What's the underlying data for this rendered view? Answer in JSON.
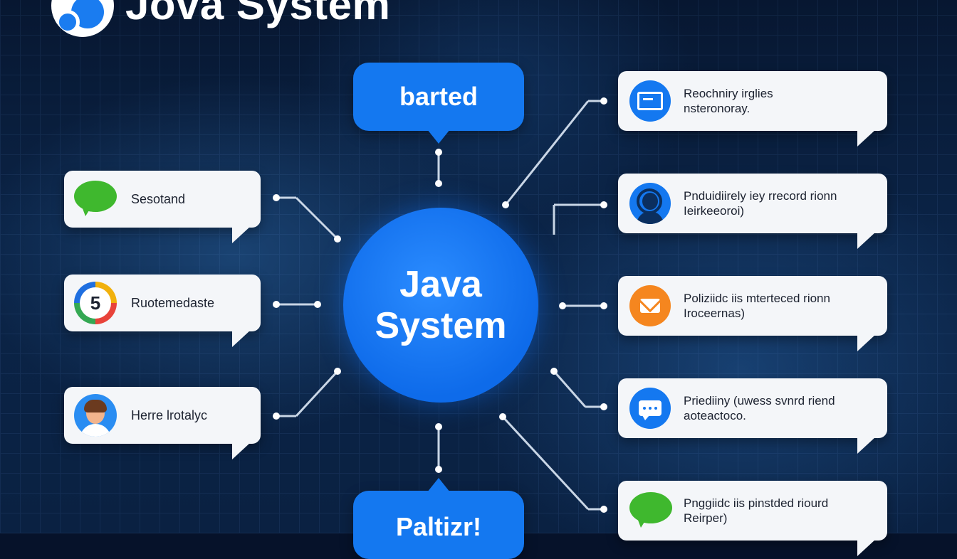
{
  "header": {
    "title": "Jova System"
  },
  "hub": {
    "line1": "Java",
    "line2": "System"
  },
  "top_bubble": {
    "label": "barted"
  },
  "bottom_bubble": {
    "label": "Paltizr!"
  },
  "left_cards": [
    {
      "label": "Sesotand",
      "icon": "green-speech-bubble-icon"
    },
    {
      "label": "Ruotemedaste",
      "icon": "number-5-ring-icon",
      "icon_text": "5"
    },
    {
      "label": "Herre lrotalyc",
      "icon": "person-avatar-icon"
    }
  ],
  "right_cards": [
    {
      "line1": "Reochniry irglies",
      "line2": "nsteronoray.",
      "icon": "monitor-icon"
    },
    {
      "line1": "Pnduidiirely iey rrecord rionn",
      "line2": "Ieirkeeoroi)",
      "icon": "headset-agent-icon"
    },
    {
      "line1": "Poliziidc iis mterteced rionn",
      "line2": "Iroceernas)",
      "icon": "envelope-icon"
    },
    {
      "line1": "Priediiny (uwess svnrd riend",
      "line2": "aoteactoco.",
      "icon": "chat-dots-icon"
    },
    {
      "line1": "Pnggiidc iis pinstded riourd",
      "line2": "Reirper)",
      "icon": "green-speech-bubble-icon"
    }
  ],
  "colors": {
    "accent_blue": "#1478f0",
    "background": "#06122a",
    "card": "#f4f6f9",
    "green": "#3fb82e",
    "orange": "#f5861f"
  }
}
